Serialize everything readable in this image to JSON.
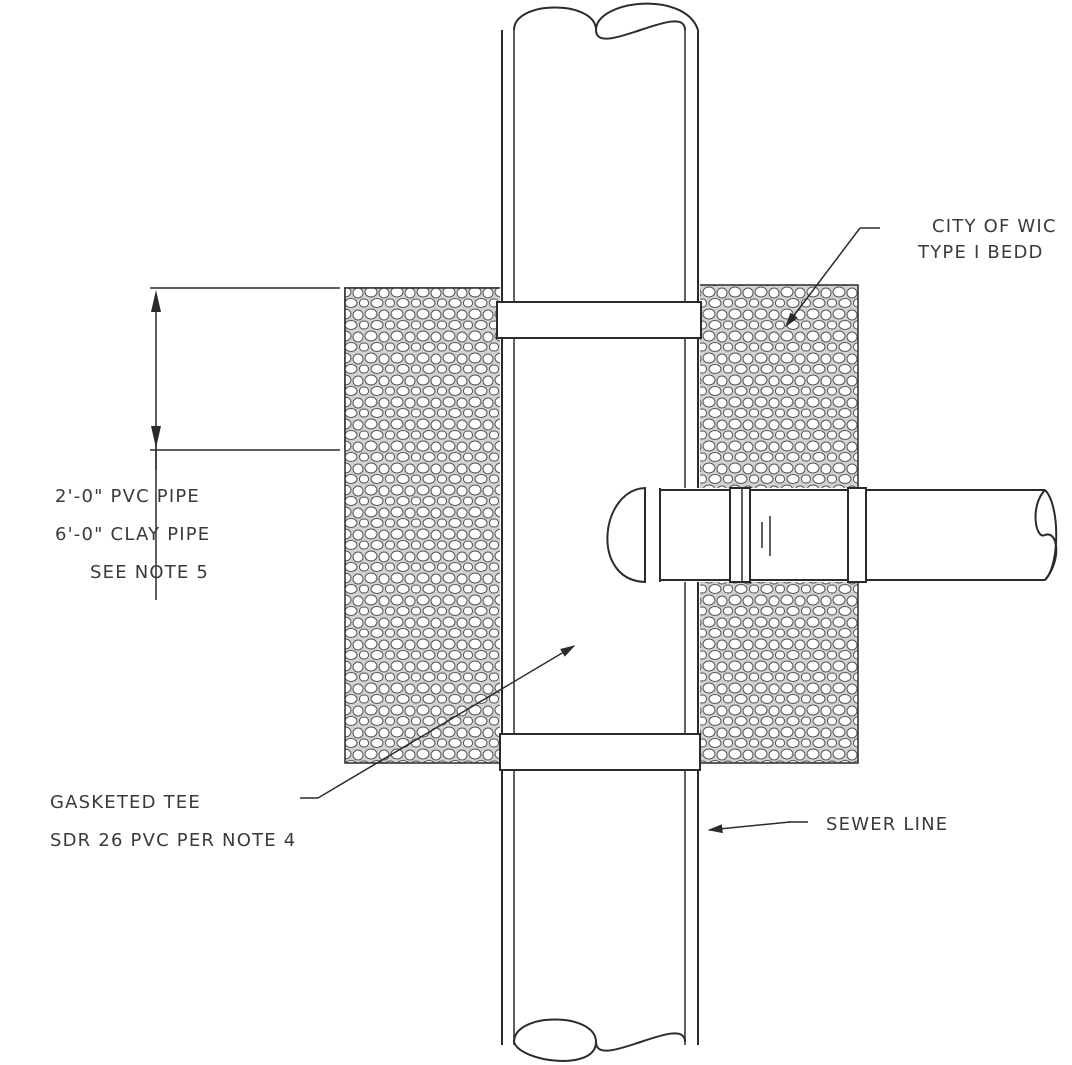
{
  "labels": {
    "bedding_line1": "CITY OF WIC",
    "bedding_line2": "TYPE I BEDD",
    "dimension_line1": "2'-0\" PVC PIPE",
    "dimension_line2": "6'-0\" CLAY PIPE",
    "dimension_line3": "SEE NOTE 5",
    "tee_line1": "GASKETED TEE",
    "tee_line2": "SDR 26 PVC PER NOTE 4",
    "sewer": "SEWER LINE"
  },
  "colors": {
    "ink": "#2b2b2b",
    "bedding_fill": "#c9c9c9",
    "paper": "#ffffff"
  }
}
